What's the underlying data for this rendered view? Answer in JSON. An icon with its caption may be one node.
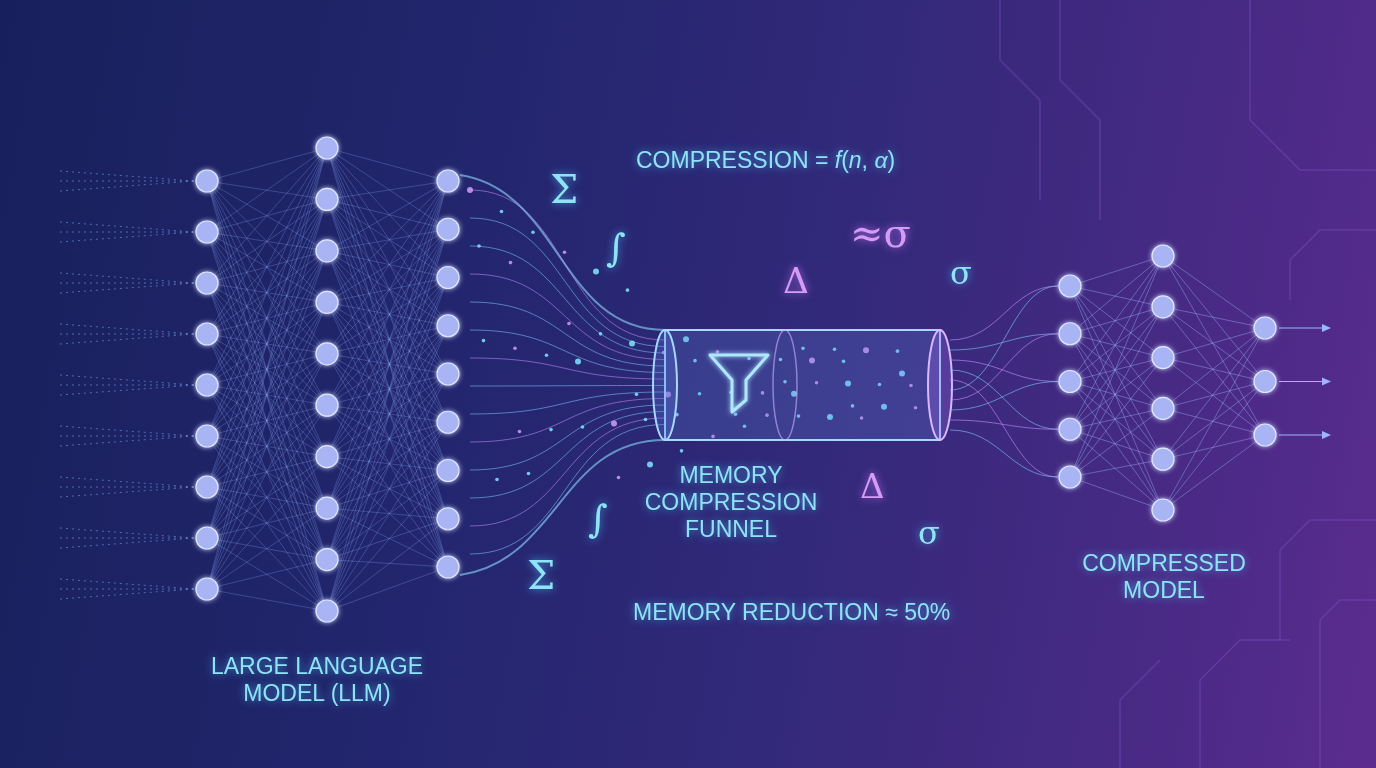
{
  "diagram": {
    "labels": [
      "COMPRESSION = *f*(*n*, *α*)",
      "Σ",
      "∫",
      "≈σ",
      "Δ",
      "σ",
      "MEMORY COMPRESSION FUNNEL",
      "Δ",
      "∫",
      "σ",
      "Σ",
      "COMPRESSED MODEL",
      "MEMORY REDUCTION ≈ 50%",
      "LARGE LANGUAGE MODEL (LLM)"
    ]
  }
}
